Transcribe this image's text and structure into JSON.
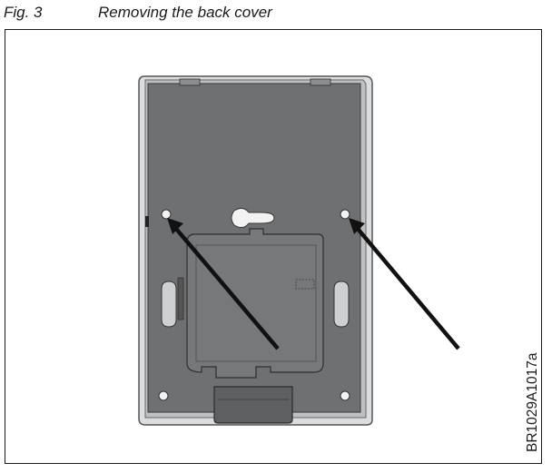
{
  "caption": {
    "figure_label": "Fig. 3",
    "title": "Removing the back cover"
  },
  "figure": {
    "reference_code": "BR1029A1017a",
    "object": "device back cover",
    "arrows_count": 2,
    "colors": {
      "cover_fill": "#6f7072",
      "cover_frame": "#d8d9db",
      "arrow": "#111111"
    }
  }
}
